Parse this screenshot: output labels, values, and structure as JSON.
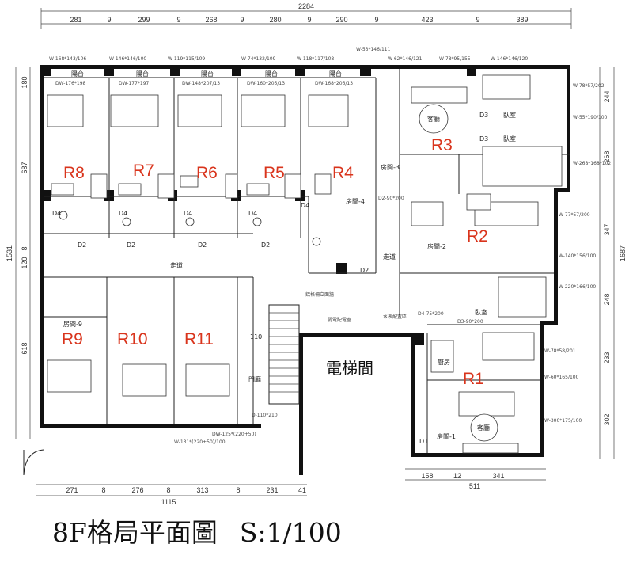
{
  "title": "8F格局平面圖",
  "scale": "S:1/100",
  "dims_top_total": "2284",
  "dims_top": [
    "281",
    "9",
    "299",
    "9",
    "268",
    "9",
    "280",
    "9",
    "290",
    "9",
    "423",
    "9",
    "389"
  ],
  "dims_bottom": [
    "271",
    "8",
    "276",
    "8",
    "313",
    "8",
    "231",
    "41"
  ],
  "dims_bottom_total": "1115",
  "dims_bottom_right": [
    "158",
    "12",
    "341"
  ],
  "dims_bottom_right_total": "511",
  "dims_left_total": "1531",
  "dims_left": [
    "180",
    "687",
    "120",
    "8",
    "618"
  ],
  "dims_right_total": "1687",
  "dims_right": [
    "244",
    "268",
    "347",
    "248",
    "233",
    "302"
  ],
  "windows_top": [
    "W-168*143/106",
    "W-146*146/100",
    "W-119*115/109",
    "W-74*132/109",
    "W-118*117/108",
    "W-53*146/111",
    "W-62*146/121",
    "W-78*95/155",
    "W-146*146/120"
  ],
  "windows_right": [
    "W-78*57/202",
    "W-55*190/100",
    "W-268*168*102",
    "W-77*57/200",
    "W-140*156/100",
    "W-220*166/100",
    "W-78*58/201",
    "W-60*165/100",
    "W-300*175/100"
  ],
  "balcony_doors": [
    "DW-176*198",
    "DW-177*197",
    "DW-148*207/13",
    "DW-160*205/13",
    "DW-168*206/13"
  ],
  "balcony": "陽台",
  "rooms": [
    "R8",
    "R7",
    "R6",
    "R5",
    "R4",
    "R3",
    "R2",
    "R9",
    "R10",
    "R11",
    "R1"
  ],
  "labels": {
    "corridor": "走道",
    "corridor2": "走道",
    "elevator": "電梯間",
    "entrance": "門廳",
    "room3": "房間-3",
    "room4": "房間-4",
    "room2": "房間-2",
    "room9": "房間-9",
    "room1": "房間-1",
    "bedroom1": "臥室",
    "bedroom2": "臥室",
    "bedroom3": "臥室",
    "living1": "客廳",
    "living2": "客廳",
    "kitchen": "廚房",
    "waterbox": "水表配置區",
    "elec": "弱電配電室",
    "fire": "鋁格柵立面牆",
    "stair_no": "110"
  },
  "door_codes": {
    "d4": "D4",
    "d2": "D2",
    "d3": "D3",
    "d1": "D1",
    "d2_90": "D2-90*200",
    "d3_90": "D3-90*200",
    "d4_75": "D4-75*200",
    "dw_bottom": "DW-125*(220+50)",
    "w_bottom": "W-131*(220+50)/100",
    "d_110": "D-110*210"
  }
}
